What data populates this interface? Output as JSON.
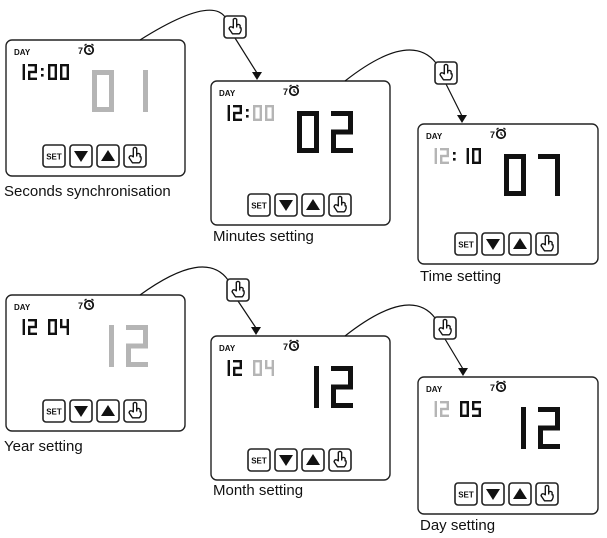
{
  "colors": {
    "ink": "#111111",
    "dim": "#b5b5b5",
    "frame": "#222222",
    "paper": "#ffffff"
  },
  "icons": {
    "alarm": "alarm-clock-icon",
    "touch": "hand-pointer-icon",
    "down": "down-triangle-icon",
    "up": "up-triangle-icon"
  },
  "panels": [
    {
      "caption": "Seconds synchronisation",
      "day_label": "DAY",
      "alarm_label": "7",
      "small_h": "12",
      "small_sep": ":",
      "small_m": "00",
      "big": "01",
      "small_h_dim": false,
      "small_m_dim": false,
      "big_dim": true,
      "set_label": "SET"
    },
    {
      "caption": "Minutes setting",
      "day_label": "DAY",
      "alarm_label": "7",
      "small_h": "12",
      "small_sep": ":",
      "small_m": "00",
      "big": "02",
      "small_h_dim": false,
      "small_m_dim": true,
      "big_dim": false,
      "set_label": "SET"
    },
    {
      "caption": "Time setting",
      "day_label": "DAY",
      "alarm_label": "7",
      "small_h": "12",
      "small_sep": ":",
      "small_m": "10",
      "big": "07",
      "small_h_dim": true,
      "small_m_dim": false,
      "big_dim": false,
      "set_label": "SET"
    },
    {
      "caption": "Year setting",
      "day_label": "DAY",
      "alarm_label": "7",
      "small_h": "12",
      "small_sep": "",
      "small_m": "04",
      "big": "12",
      "small_h_dim": false,
      "small_m_dim": false,
      "big_dim": true,
      "set_label": "SET"
    },
    {
      "caption": "Month setting",
      "day_label": "DAY",
      "alarm_label": "7",
      "small_h": "12",
      "small_sep": "",
      "small_m": "04",
      "big": "12",
      "small_h_dim": false,
      "small_m_dim": true,
      "big_dim": false,
      "set_label": "SET"
    },
    {
      "caption": "Day setting",
      "day_label": "DAY",
      "alarm_label": "7",
      "small_h": "12",
      "small_sep": "",
      "small_m": "05",
      "big": "12",
      "small_h_dim": true,
      "small_m_dim": false,
      "big_dim": false,
      "set_label": "SET"
    }
  ]
}
